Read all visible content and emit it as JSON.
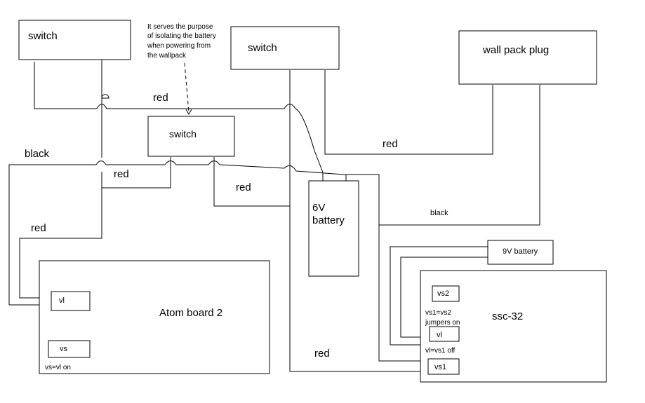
{
  "components": {
    "switch_1": "switch",
    "switch_2": "switch",
    "switch_3": "switch",
    "wall_pack_plug": "wall pack plug",
    "battery_6v_line1": "6V",
    "battery_6v_line2": "battery",
    "battery_9v": "9V battery",
    "atom_board": "Atom board 2",
    "ssc32": "ssc-32"
  },
  "pins": {
    "atom_vl": "vl",
    "atom_vs": "vs",
    "ssc_vs2": "vs2",
    "ssc_vl": "vl",
    "ssc_vs1": "vs1"
  },
  "annotations": {
    "purpose_line1": "It serves the purpose",
    "purpose_line2": "of isolating the battery",
    "purpose_line3": "when powering from",
    "purpose_line4": "the wallpack",
    "atom_jumper": "vs=vl on",
    "ssc_jumper_line1": "vs1=vs2",
    "ssc_jumper_line2": "jumpers on",
    "ssc_jumper_off": "vl=vs1 off"
  },
  "wire_labels": {
    "red_top": "red",
    "black_left": "black",
    "red_mid_left": "red",
    "red_mid": "red",
    "red_left": "red",
    "red_wall": "red",
    "black_right": "black",
    "red_bottom": "red"
  }
}
